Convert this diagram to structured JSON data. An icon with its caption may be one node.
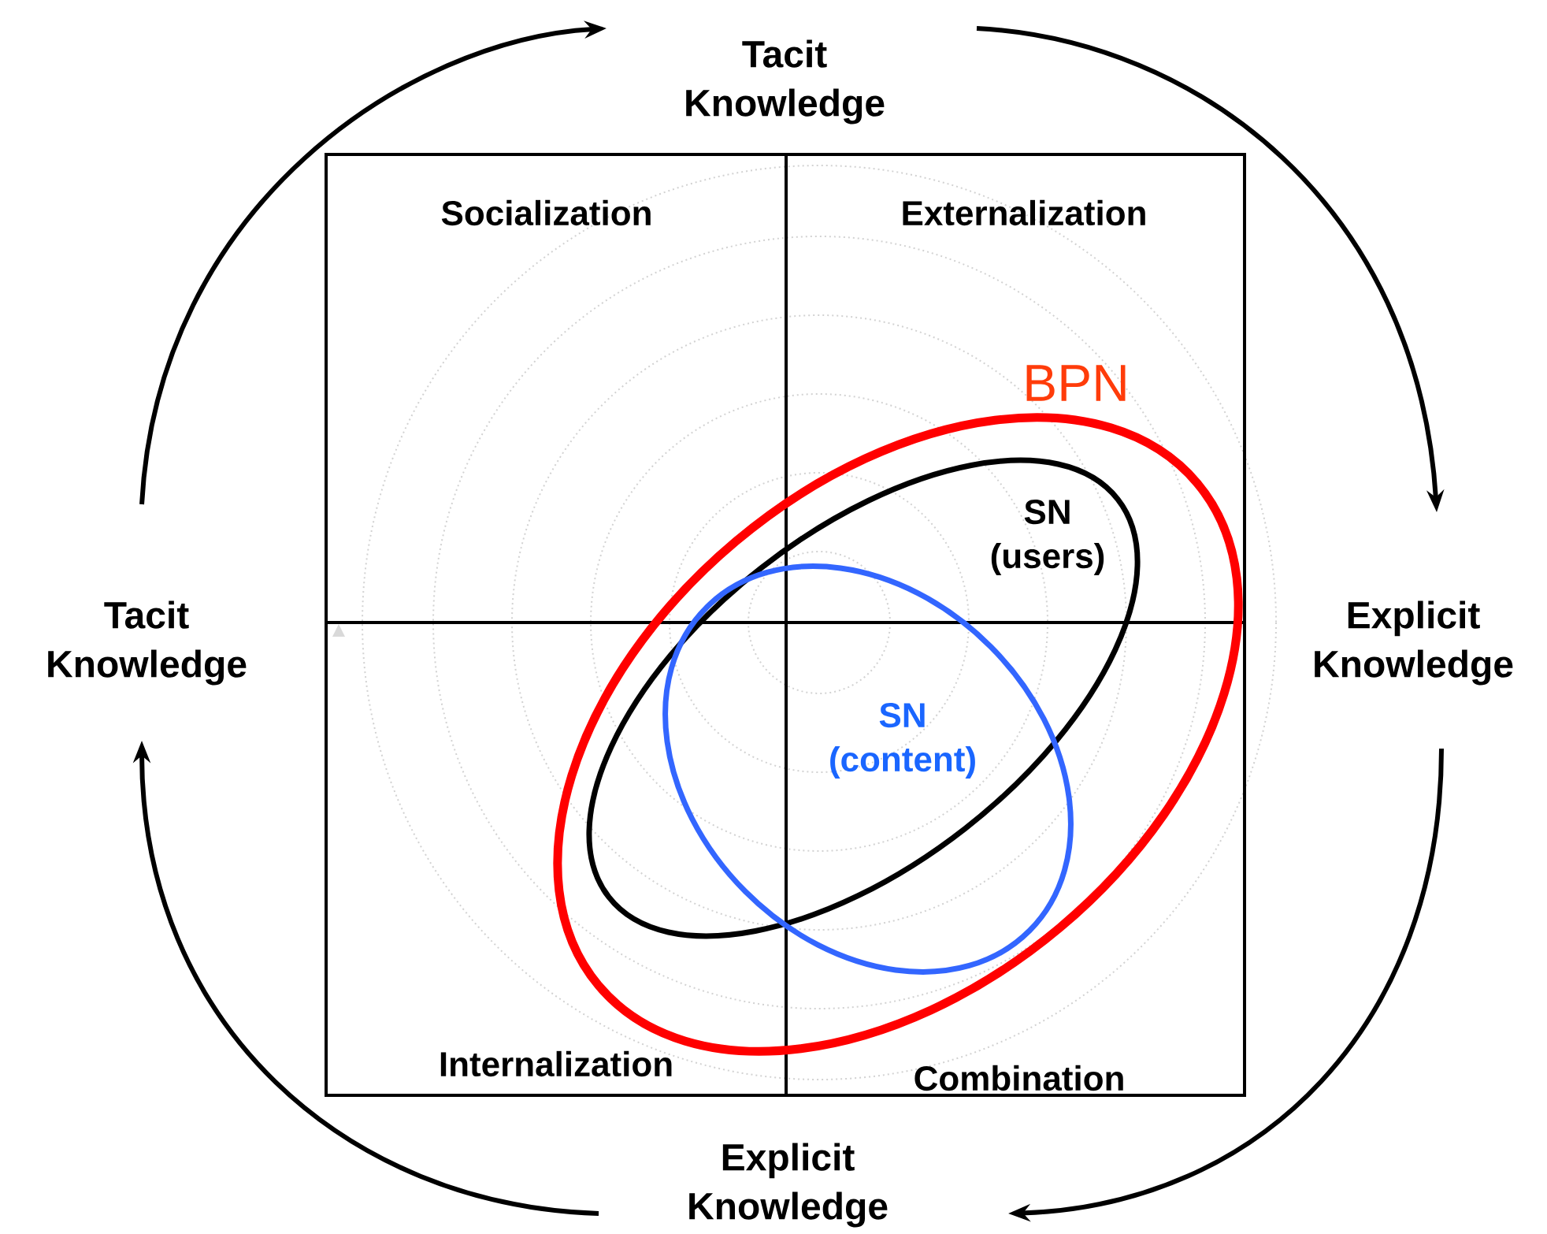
{
  "diagram": {
    "nodes": [
      {
        "text": [
          "Tacit Knowledge"
        ]
      },
      {
        "text": [
          "Explicit Knowledge"
        ]
      },
      {
        "text": [
          "Explicit Knowledge"
        ]
      },
      {
        "text": [
          "Tacit Knowledge"
        ]
      },
      {
        "text": [
          "BPN"
        ]
      },
      {
        "text": [
          "SN (users)"
        ],
        "in": 4
      },
      {
        "text": [
          "SN (content)"
        ],
        "in": 4
      }
    ],
    "edges": [
      {
        "from": 3,
        "to": 0,
        "arrow": "to"
      },
      {
        "from": 0,
        "to": 1,
        "arrow": "to"
      },
      {
        "from": 1,
        "to": 2,
        "arrow": "to"
      },
      {
        "from": 2,
        "to": 3,
        "arrow": "to"
      }
    ],
    "labels": [
      "Socialization",
      "Externalization",
      "Internalization",
      "Combination"
    ]
  }
}
